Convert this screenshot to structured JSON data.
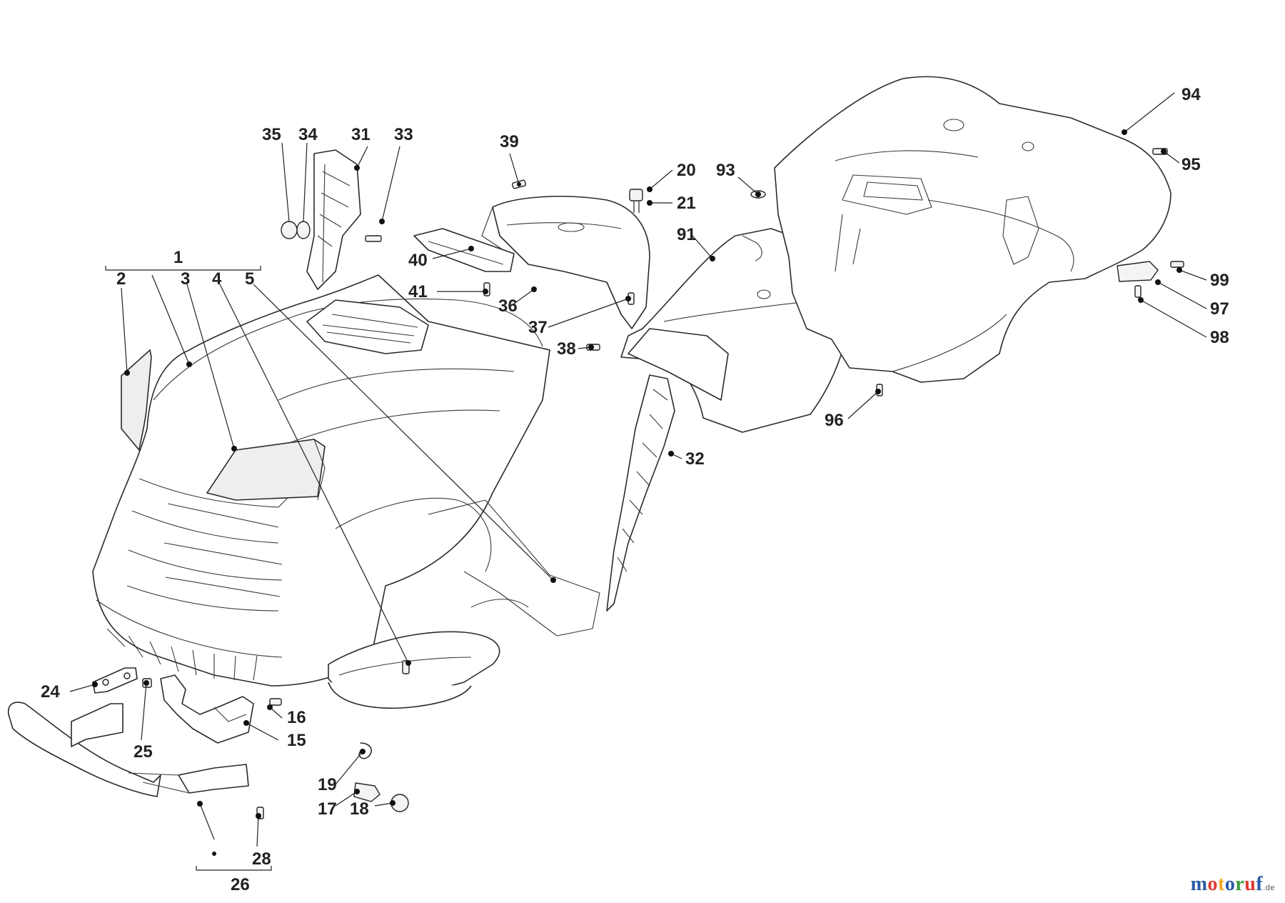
{
  "callouts": {
    "c1": "1",
    "c2": "2",
    "c3": "3",
    "c4": "4",
    "c5": "5",
    "c15": "15",
    "c16": "16",
    "c17": "17",
    "c18": "18",
    "c19": "19",
    "c20": "20",
    "c21": "21",
    "c24": "24",
    "c25": "25",
    "c26": "26",
    "c28": "28",
    "c31": "31",
    "c32": "32",
    "c33": "33",
    "c34": "34",
    "c35": "35",
    "c36": "36",
    "c37": "37",
    "c38": "38",
    "c39": "39",
    "c40": "40",
    "c41": "41",
    "c91": "91",
    "c93": "93",
    "c94": "94",
    "c95": "95",
    "c96": "96",
    "c97": "97",
    "c98": "98",
    "c99": "99"
  },
  "watermark": {
    "text": "motoruf",
    "suffix": ".de",
    "letter_colors": [
      "#2a5aa8",
      "#e03a2f",
      "#f4a820",
      "#2a5aa8",
      "#3a9a3a",
      "#e03a2f",
      "#2a5aa8"
    ]
  }
}
